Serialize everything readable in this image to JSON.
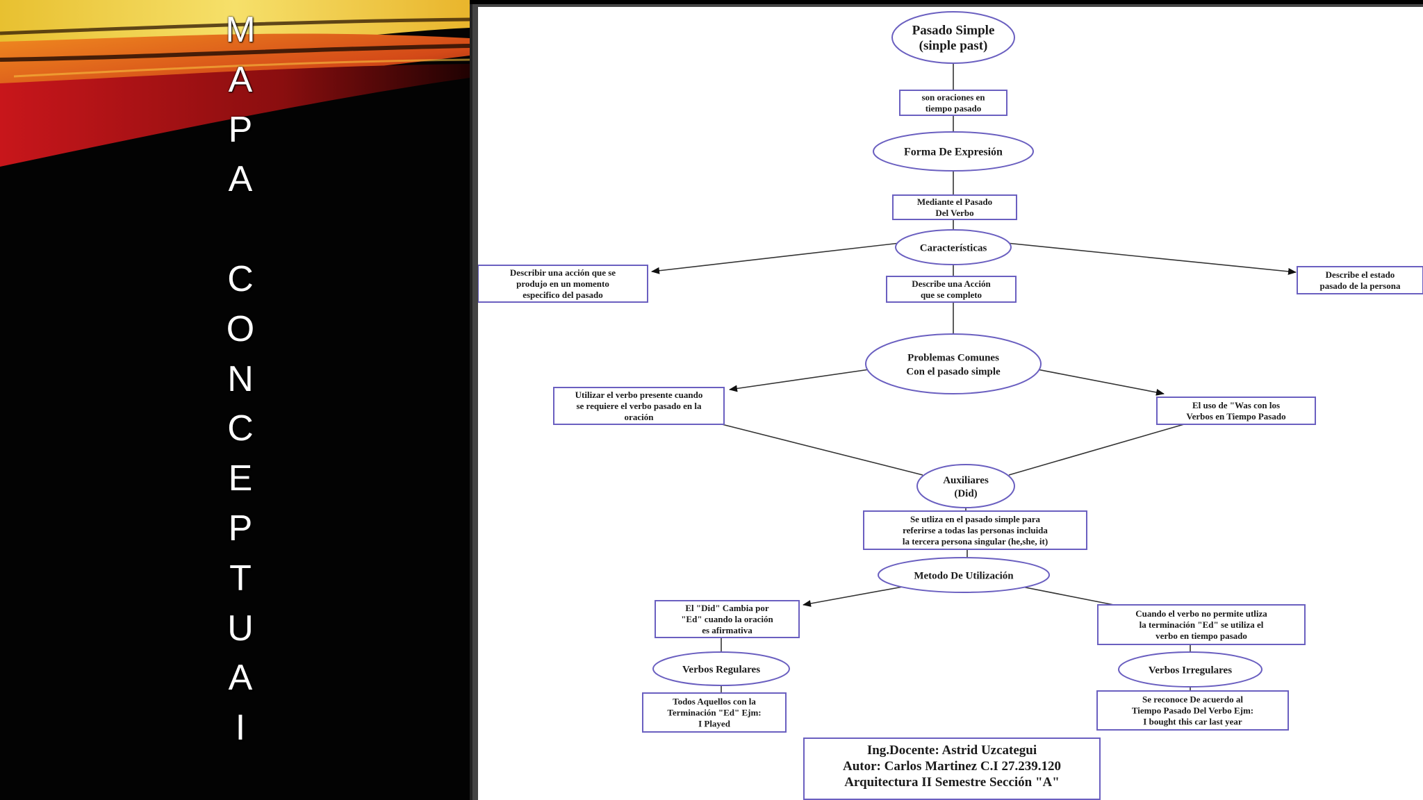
{
  "title_letters": [
    "M",
    "A",
    "P",
    "A",
    " ",
    "C",
    "O",
    "N",
    "C",
    "E",
    "P",
    "T",
    "U",
    "A",
    "I"
  ],
  "colors": {
    "node_border": "#6a5fc0",
    "banner_red": "#c8161b",
    "banner_orange": "#f0a020",
    "banner_yellow": "#f6e84c"
  },
  "diagram": {
    "nodes": {
      "pasado_simple": [
        "Pasado Simple",
        "(sinple past)"
      ],
      "oraciones": [
        "son oraciones en",
        "tiempo pasado"
      ],
      "forma": [
        "Forma De Expresión"
      ],
      "mediante": [
        "Mediante el Pasado",
        "Del Verbo"
      ],
      "caracteristicas": [
        "Características"
      ],
      "describir_accion": [
        "Describir una acción que se",
        "produjo en un momento",
        "especifico del pasado"
      ],
      "describe_accion": [
        "Describe una Acción",
        "que se completo"
      ],
      "describe_estado": [
        "Describe el estado",
        "pasado de la persona"
      ],
      "problemas": [
        "Problemas Comunes",
        "Con el pasado simple"
      ],
      "utilizar_verbo": [
        "Utilizar el verbo presente cuando",
        "se requiere el verbo pasado en la",
        "oración"
      ],
      "uso_was": [
        "El uso de \"Was con los",
        "Verbos en Tiempo Pasado"
      ],
      "auxiliares": [
        "Auxiliares",
        "(Did)"
      ],
      "se_utiliza": [
        "Se utliza en el pasado simple para",
        "referirse a todas las personas incluida",
        "la tercera persona singular (he,she, it)"
      ],
      "metodo": [
        "Metodo De Utilización"
      ],
      "did_cambia": [
        "El \"Did\" Cambia por",
        "\"Ed\" cuando la oración",
        "es afirmativa"
      ],
      "cuando_verbo": [
        "Cuando el verbo no permite utliza",
        "la terminación \"Ed\" se utiliza el",
        "verbo en tiempo pasado"
      ],
      "verbos_regulares": [
        "Verbos Regulares"
      ],
      "verbos_irregulares": [
        "Verbos Irregulares"
      ],
      "todos_aquellos": [
        "Todos Aquellos con la",
        "Terminación \"Ed\" Ejm:",
        "I Played"
      ],
      "se_reconoce": [
        "Se reconoce De acuerdo al",
        "Tiempo Pasado Del Verbo Ejm:",
        "I bought this car last year"
      ]
    },
    "credits": [
      "Ing.Docente: Astrid Uzcategui",
      "Autor: Carlos Martinez C.I 27.239.120",
      "Arquitectura II Semestre Sección \"A\""
    ]
  }
}
